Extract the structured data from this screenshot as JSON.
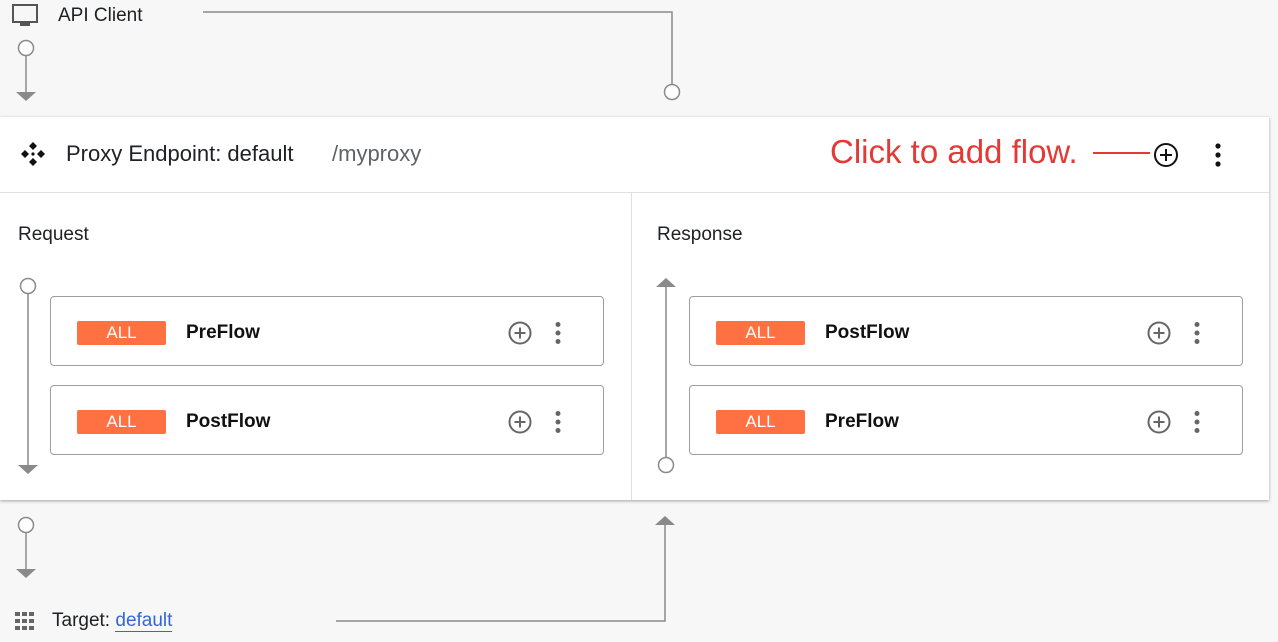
{
  "client": {
    "label": "API Client",
    "icon": "monitor-icon"
  },
  "proxy": {
    "title": "Proxy Endpoint: default",
    "path": "/myproxy",
    "icon": "proxy-diamond-icon",
    "annotation": "Click to add flow.",
    "annotation_color": "#e53935"
  },
  "request": {
    "label": "Request",
    "flows": [
      {
        "badge": "ALL",
        "name": "PreFlow"
      },
      {
        "badge": "ALL",
        "name": "PostFlow"
      }
    ]
  },
  "response": {
    "label": "Response",
    "flows": [
      {
        "badge": "ALL",
        "name": "PostFlow"
      },
      {
        "badge": "ALL",
        "name": "PreFlow"
      }
    ]
  },
  "target": {
    "label": "Target:",
    "link": "default",
    "icon": "grid-icon"
  },
  "colors": {
    "badge": "#ff7043",
    "link": "#3367d6",
    "connector": "#8a8a8a"
  }
}
